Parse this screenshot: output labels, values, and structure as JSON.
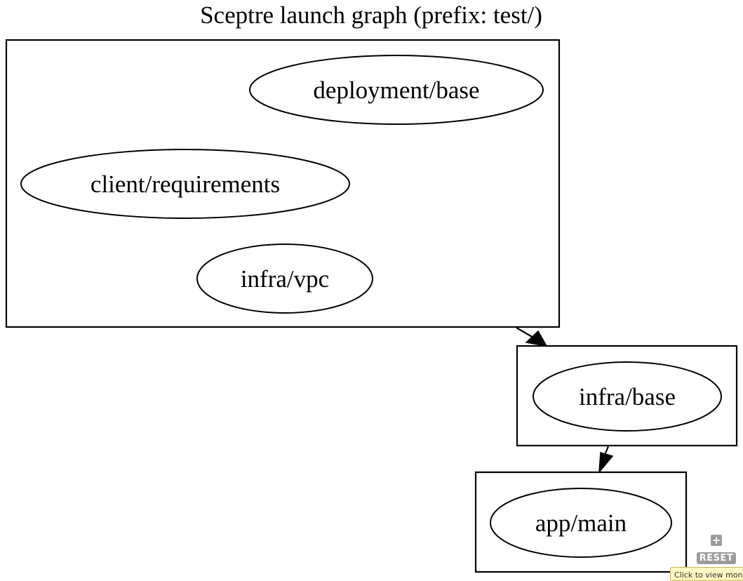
{
  "graph": {
    "title": "Sceptre launch graph (prefix: test/)",
    "groups": [
      {
        "id": "g1",
        "nodes": [
          "deployment/base",
          "client/requirements",
          "infra/vpc"
        ]
      },
      {
        "id": "g2",
        "nodes": [
          "infra/base"
        ]
      },
      {
        "id": "g3",
        "nodes": [
          "app/main"
        ]
      }
    ],
    "edges": [
      {
        "from": "g1",
        "to": "g2"
      },
      {
        "from": "g2",
        "to": "g3"
      }
    ]
  },
  "controls": {
    "zoom_in_icon": "plus-icon",
    "reset_label": "RESET"
  },
  "tooltip": {
    "text": "Click to view month"
  }
}
